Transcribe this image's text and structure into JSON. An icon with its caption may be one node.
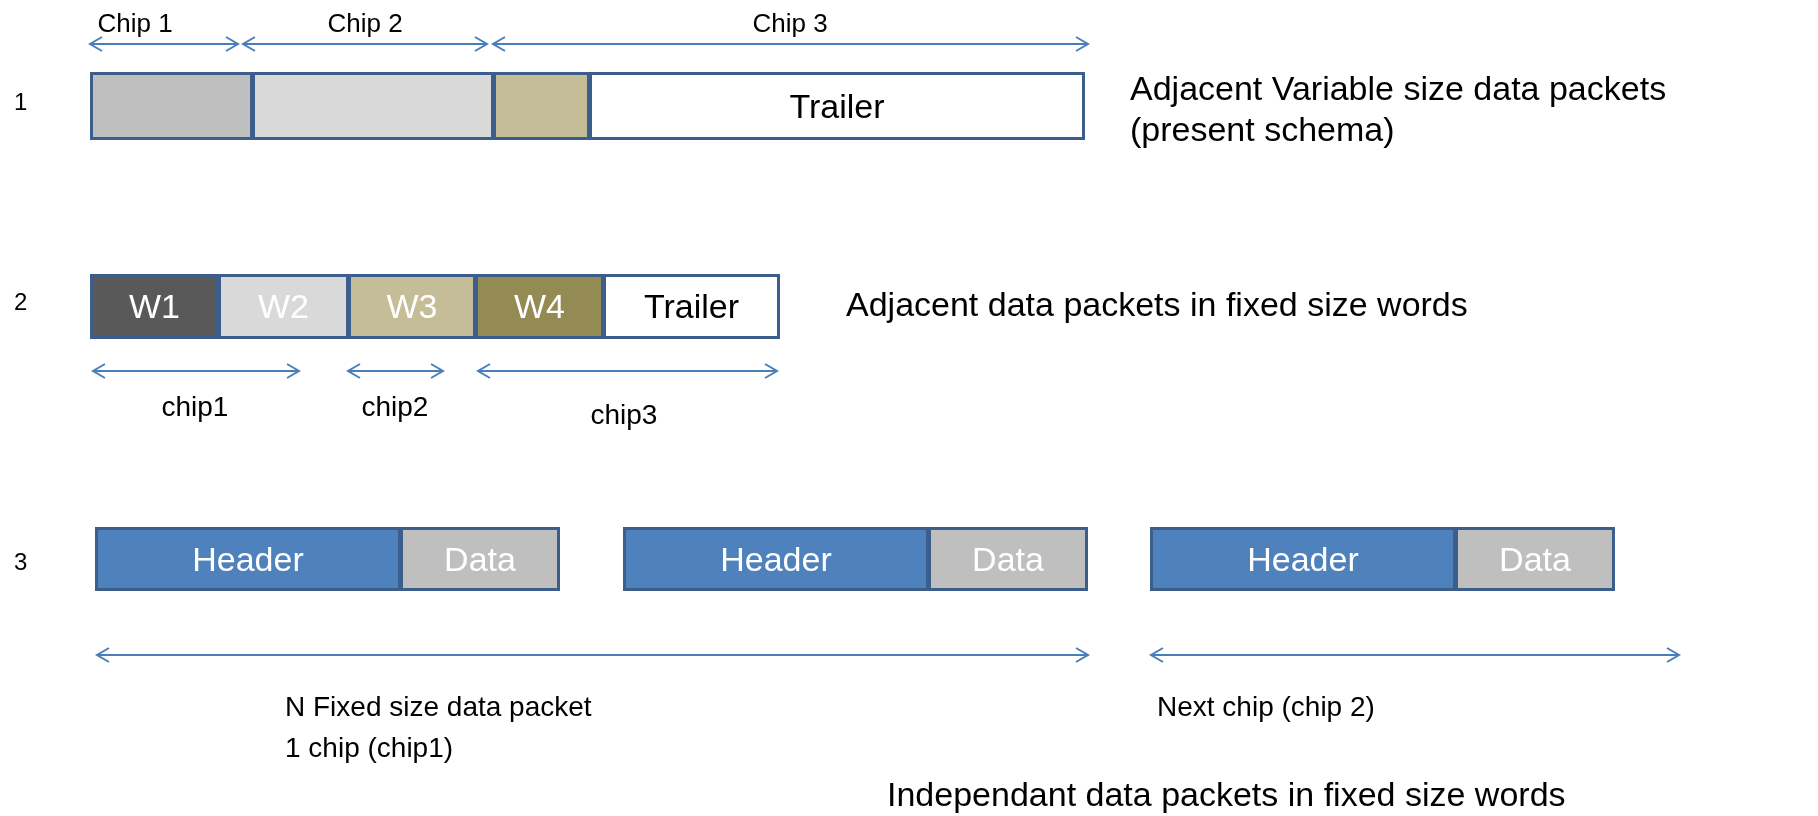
{
  "diagram": {
    "nodes": [
      {
        "text": [],
        "shape": "box"
      },
      {
        "text": [],
        "shape": "box"
      },
      {
        "text": [],
        "shape": "box"
      },
      {
        "text": [
          "Trailer"
        ]
      },
      {
        "text": [
          "W1"
        ]
      },
      {
        "text": [
          "W2"
        ]
      },
      {
        "text": [
          "W3"
        ]
      },
      {
        "text": [
          "W4"
        ]
      },
      {
        "text": [
          "Trailer"
        ]
      },
      {
        "text": [
          "Header"
        ]
      },
      {
        "text": [
          "Data"
        ]
      },
      {
        "text": [
          "Header"
        ]
      },
      {
        "text": [
          "Data"
        ]
      },
      {
        "text": [
          "Header"
        ]
      },
      {
        "text": [
          "Data"
        ]
      }
    ],
    "labels": [
      "Chip 1",
      "Chip 2",
      "Chip 3",
      "1",
      "Adjacent Variable size data packets (present schema)",
      "2",
      "Adjacent data packets in fixed size words",
      "chip1",
      "chip2",
      "chip3",
      "3",
      "N Fixed size data packet",
      "1 chip (chip1)",
      "Next chip (chip 2)",
      "Independant data packets in fixed size words"
    ]
  }
}
